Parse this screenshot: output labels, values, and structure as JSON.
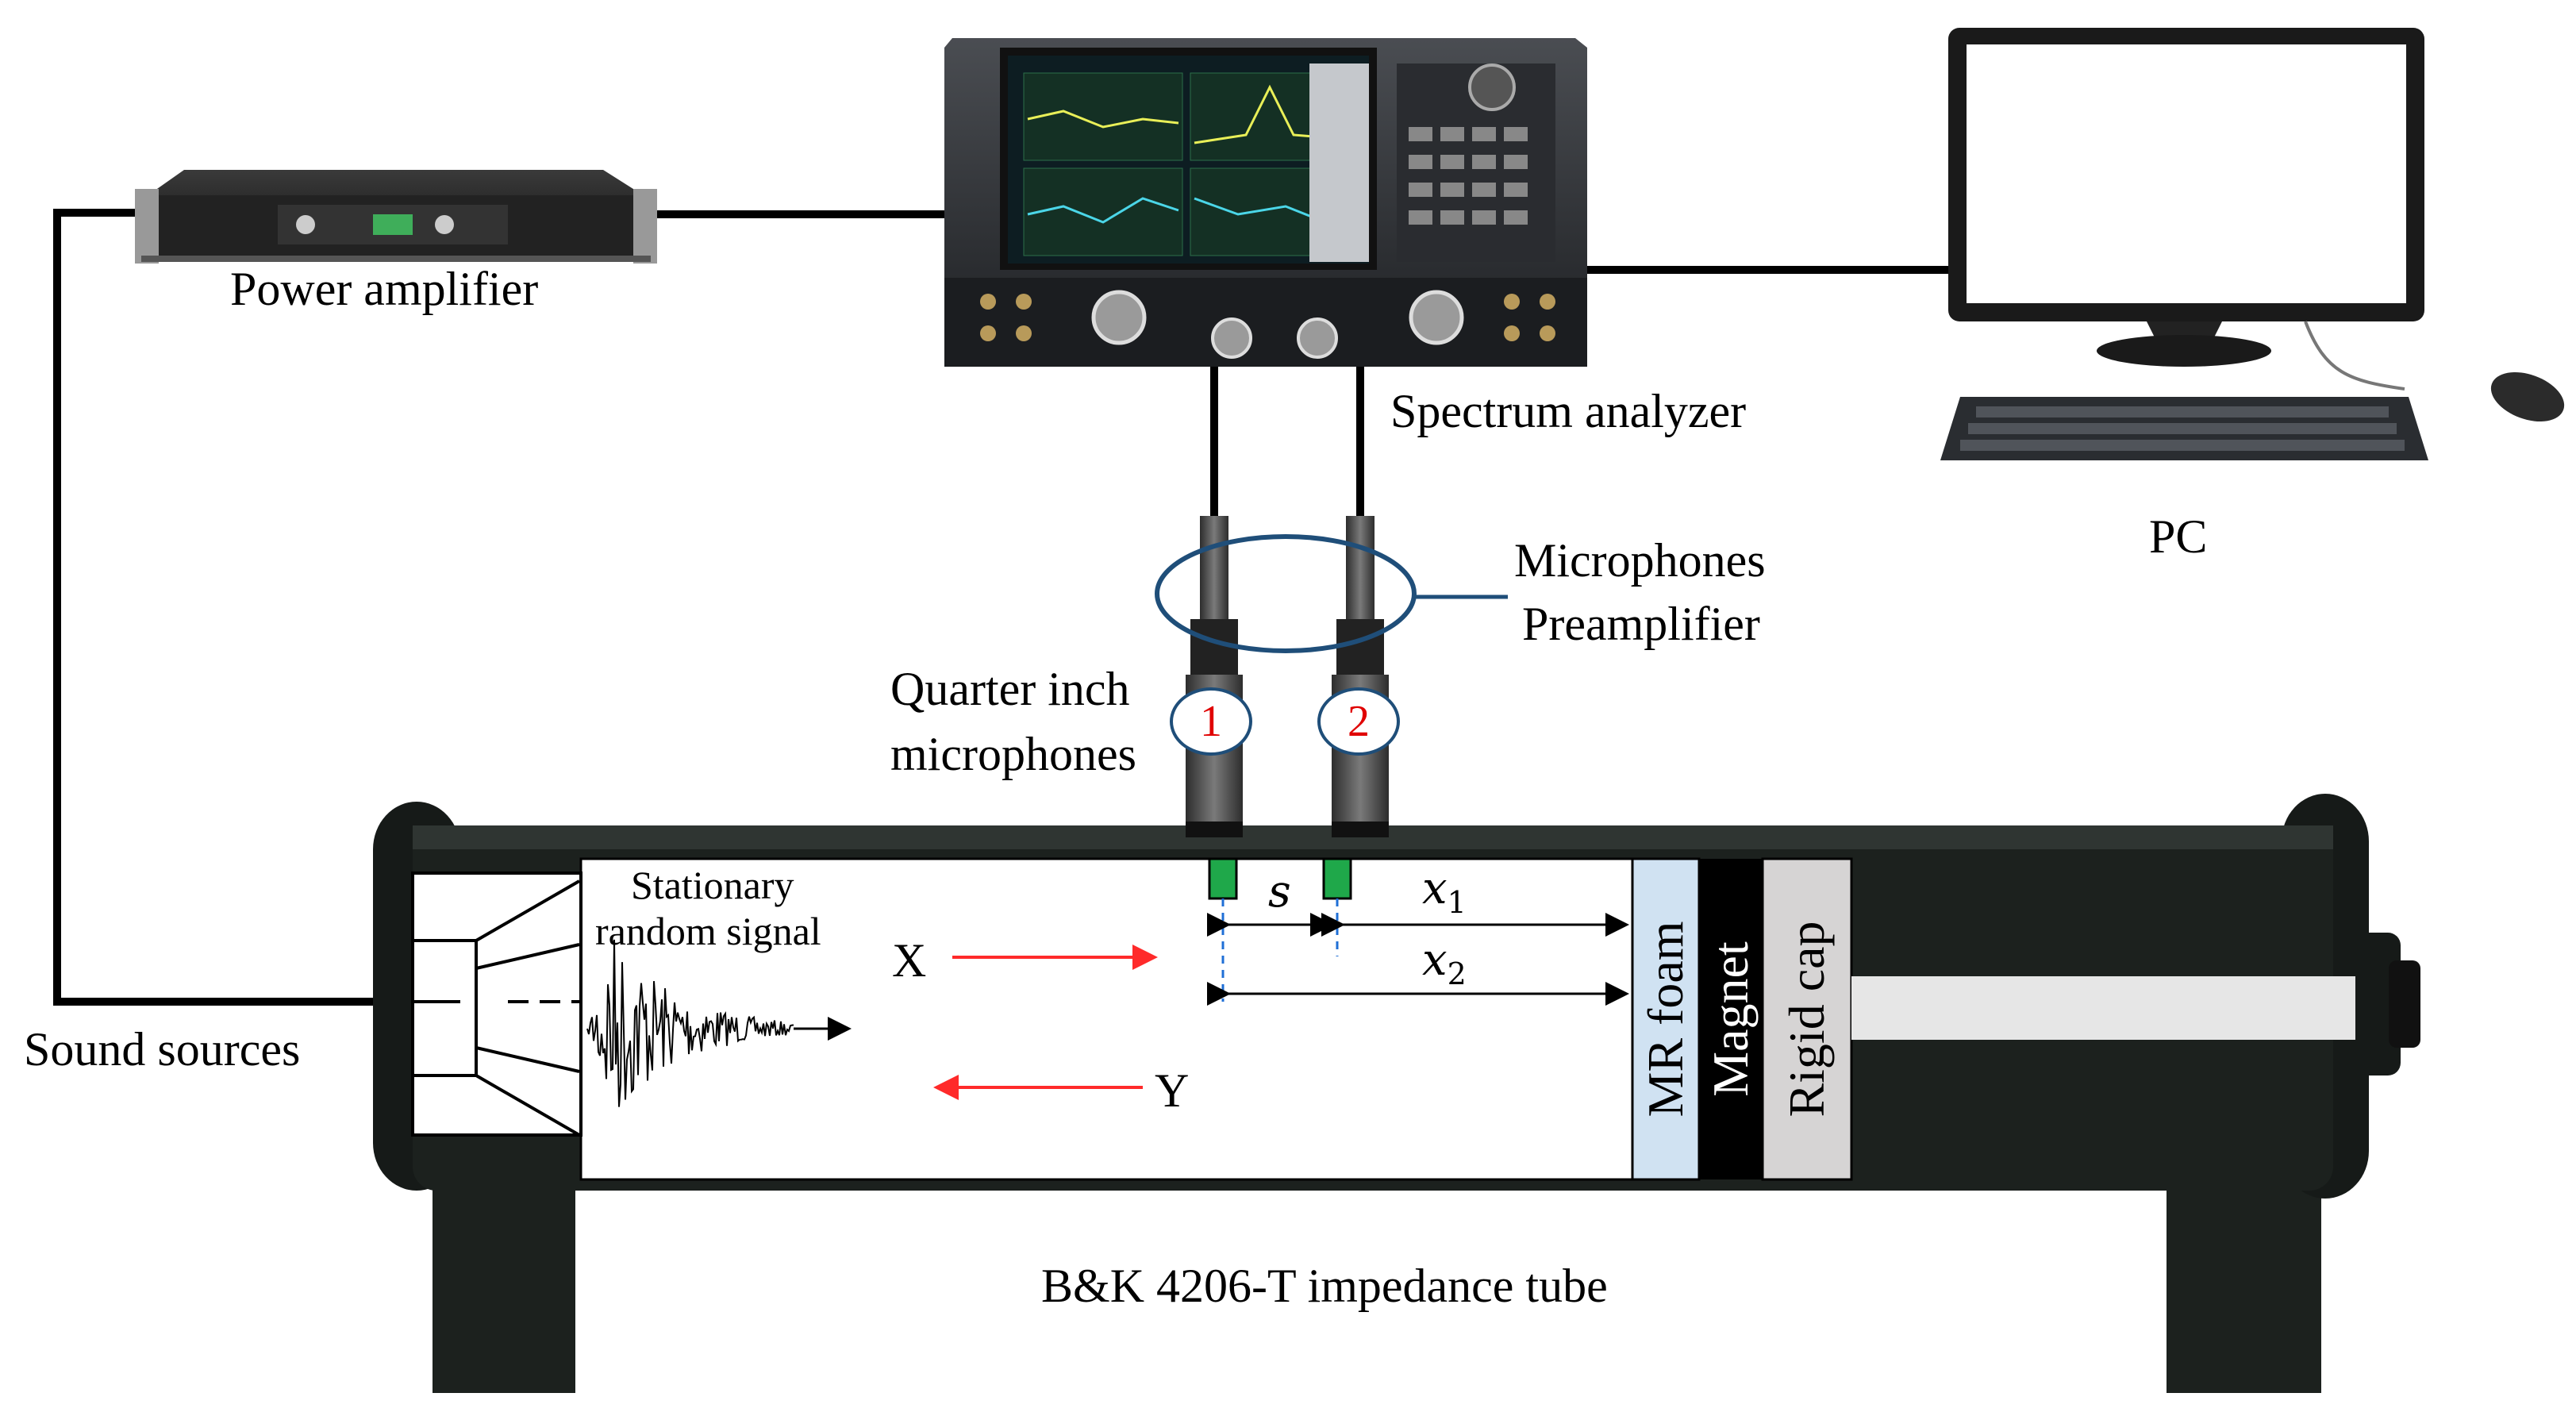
{
  "labels": {
    "power_amplifier": "Power amplifier",
    "spectrum_analyzer": "Spectrum analyzer",
    "pc": "PC",
    "mic_preamp_line1": "Microphones",
    "mic_preamp_line2": "Preamplifier",
    "quarter_inch_line1": "Quarter inch",
    "quarter_inch_line2": "microphones",
    "sound_sources": "Sound sources",
    "stationary_line1": "Stationary",
    "stationary_line2": "random signal",
    "tube_name": "B&K 4206-T impedance tube",
    "mr_foam": "MR foam",
    "magnet": "Magnet",
    "rigid_cap": "Rigid cap",
    "wave_x": "X",
    "wave_y": "Y",
    "dim_s": "s",
    "dim_x1": "x",
    "dim_x1_sub": "1",
    "dim_x2": "x",
    "dim_x2_sub": "2",
    "mic1": "1",
    "mic2": "2"
  },
  "colors": {
    "tube_body": "#1c211e",
    "mr_foam": "#d0e2f2",
    "magnet": "#000000",
    "rigid_cap": "#d6d4d4",
    "mic_capsule": "#1fa84a",
    "arrow_red": "#ff2a2a",
    "ellipse_blue": "#1f4e79",
    "number_red": "#e00000"
  }
}
